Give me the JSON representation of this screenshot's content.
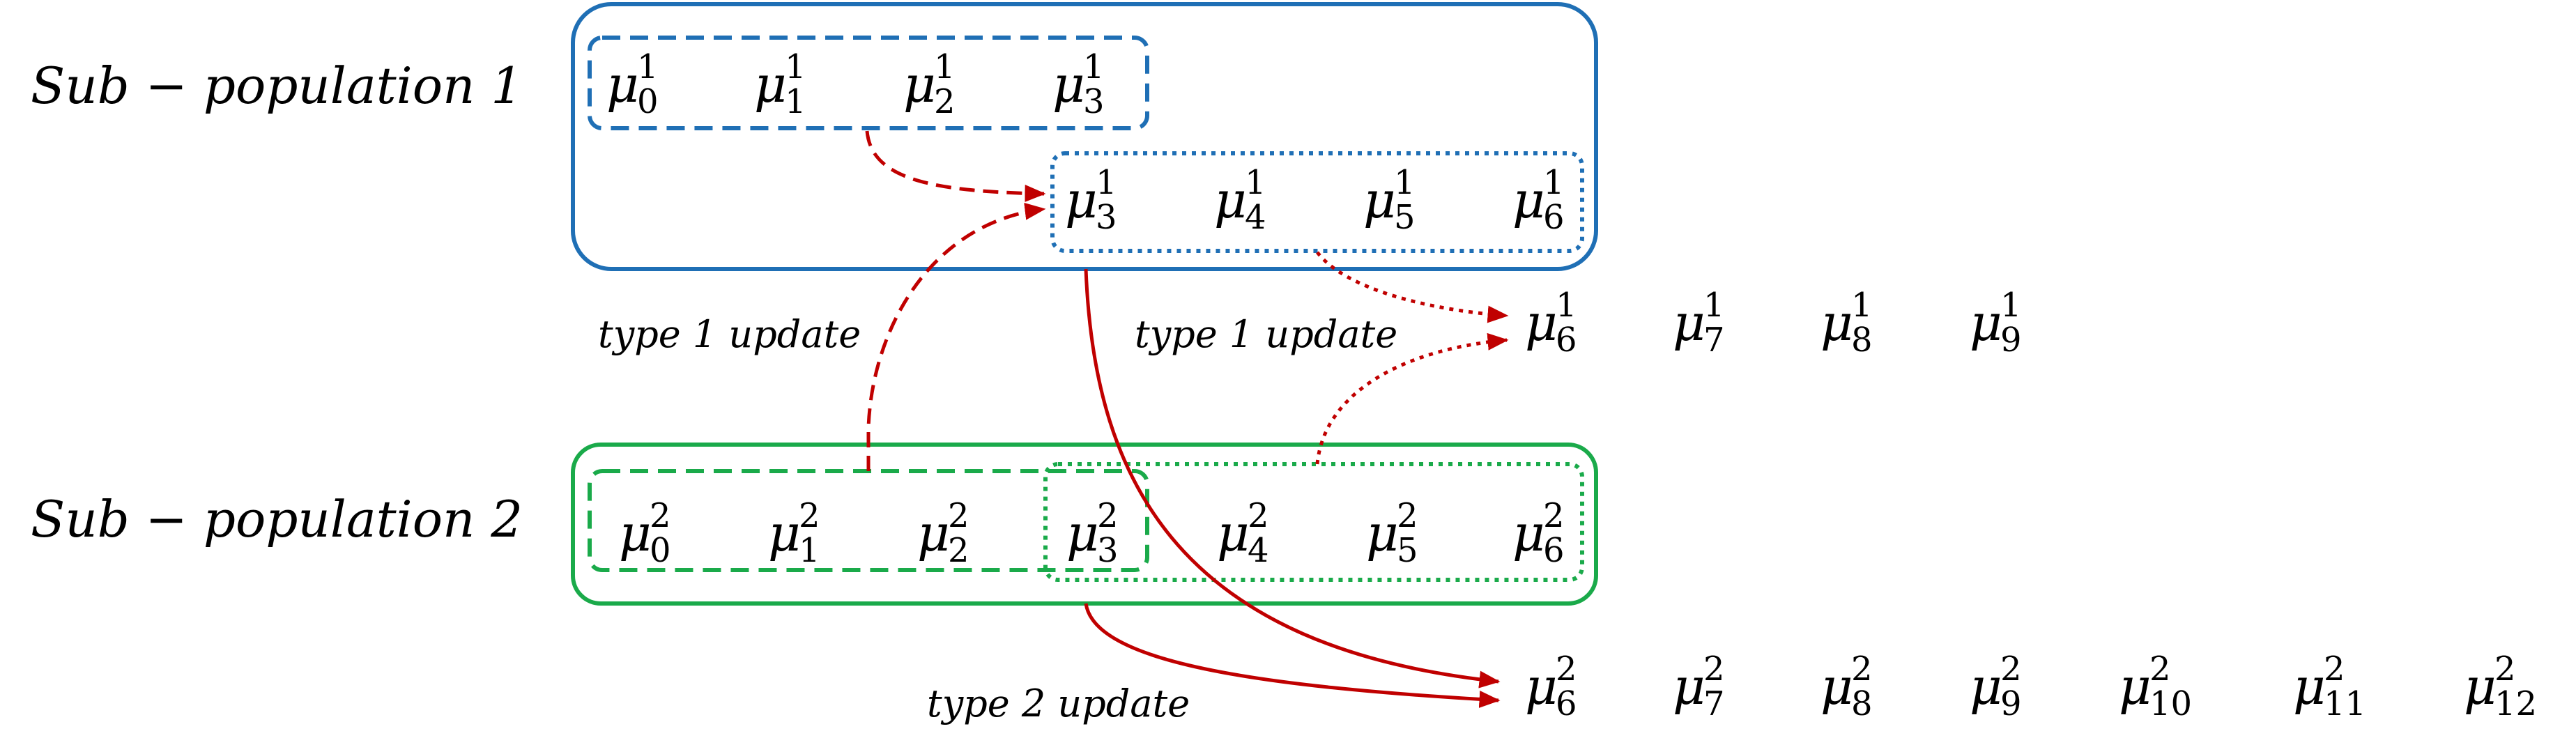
{
  "labels": {
    "subpop1": "Sub − population 1",
    "subpop2": "Sub − population 2",
    "type1_left": "type 1 update",
    "type1_right": "type 1 update",
    "type2": "type 2 update"
  },
  "mu_symbol": "μ",
  "pop1_row1": [
    {
      "sub": "0",
      "sup": "1"
    },
    {
      "sub": "1",
      "sup": "1"
    },
    {
      "sub": "2",
      "sup": "1"
    },
    {
      "sub": "3",
      "sup": "1"
    }
  ],
  "pop1_row2": [
    {
      "sub": "3",
      "sup": "1"
    },
    {
      "sub": "4",
      "sup": "1"
    },
    {
      "sub": "5",
      "sup": "1"
    },
    {
      "sub": "6",
      "sup": "1"
    }
  ],
  "pop1_out": [
    {
      "sub": "6",
      "sup": "1"
    },
    {
      "sub": "7",
      "sup": "1"
    },
    {
      "sub": "8",
      "sup": "1"
    },
    {
      "sub": "9",
      "sup": "1"
    }
  ],
  "pop2_row": [
    {
      "sub": "0",
      "sup": "2"
    },
    {
      "sub": "1",
      "sup": "2"
    },
    {
      "sub": "2",
      "sup": "2"
    },
    {
      "sub": "3",
      "sup": "2"
    },
    {
      "sub": "4",
      "sup": "2"
    },
    {
      "sub": "5",
      "sup": "2"
    },
    {
      "sub": "6",
      "sup": "2"
    }
  ],
  "pop2_out": [
    {
      "sub": "6",
      "sup": "2"
    },
    {
      "sub": "7",
      "sup": "2"
    },
    {
      "sub": "8",
      "sup": "2"
    },
    {
      "sub": "9",
      "sup": "2"
    },
    {
      "sub": "10",
      "sup": "2"
    },
    {
      "sub": "11",
      "sup": "2"
    },
    {
      "sub": "12",
      "sup": "2"
    }
  ],
  "colors": {
    "blue": "#1f6fb5",
    "green": "#1aaa4a",
    "red": "#c00000"
  }
}
